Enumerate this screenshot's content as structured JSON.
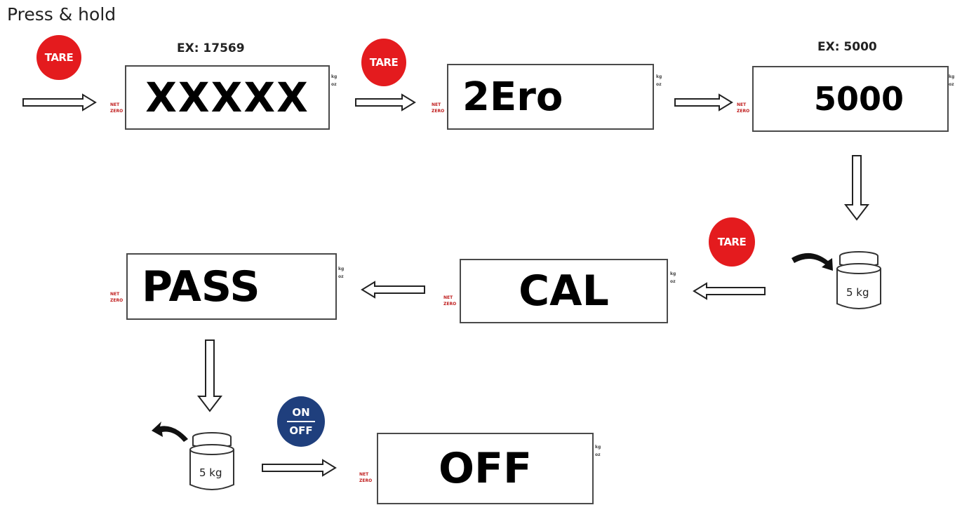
{
  "instruction": "Press & hold",
  "buttons": {
    "tare_label": "TARE",
    "onoff_top": "ON",
    "onoff_bottom": "OFF"
  },
  "examples": {
    "first": "EX: 17569",
    "second": "EX: 5000"
  },
  "indicators": {
    "net": "NET",
    "zero": "ZERO",
    "kg": "kg",
    "oz": "oz"
  },
  "displays": {
    "step1": "XXXXX",
    "step2": "2Ero",
    "step3": "5000",
    "step4": "CAL",
    "step5": "PASS",
    "step6": "OFF"
  },
  "weight": {
    "label": "5 kg"
  },
  "colors": {
    "tare_button": "#e41b1e",
    "onoff_button": "#1f3f7d",
    "indicator_red": "#c01e1e"
  },
  "icons": [
    "right-arrow-icon",
    "left-arrow-icon",
    "down-arrow-icon",
    "curved-arrow-icon",
    "weight-icon"
  ]
}
